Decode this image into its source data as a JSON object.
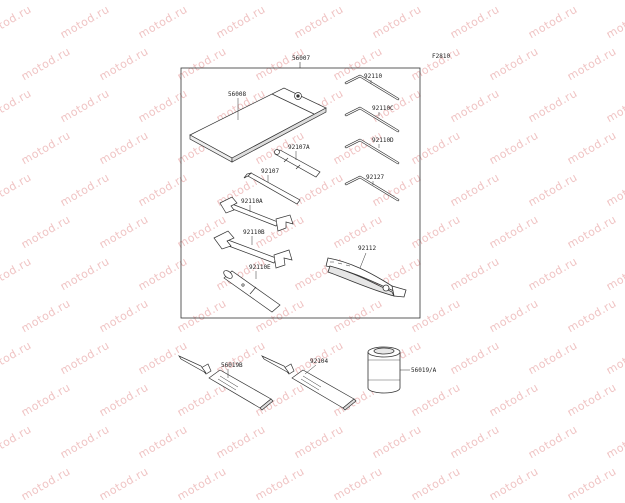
{
  "diagram": {
    "code": "F2810",
    "watermark": "motod.ru",
    "kit_label": "56007",
    "labels": {
      "pouch": "56008",
      "hex_1": "92110",
      "hex_2": "92110C",
      "hex_3": "92110D",
      "hex_4": "92127",
      "screwdriver_handle": "92107A",
      "screwdriver_bit": "92107",
      "wrench_a": "92110A",
      "wrench_b": "92110B",
      "spark_plug_wrench": "92110E",
      "pliers": "92112",
      "grease_tube_1": "56019B",
      "grease_tube_2": "92104",
      "can": "56019/A"
    }
  }
}
